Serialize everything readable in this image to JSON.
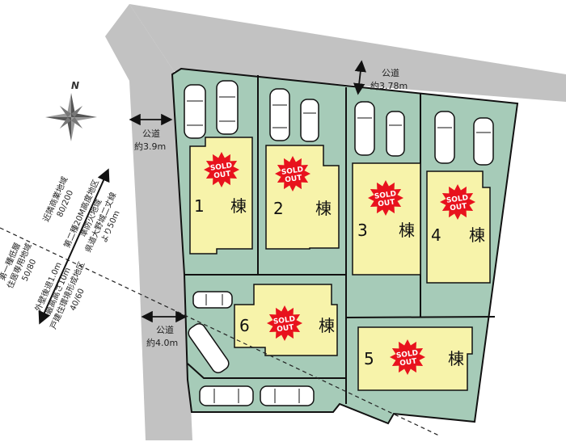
{
  "colors": {
    "road": "#c2c2c2",
    "lot": "#a6cbb8",
    "house": "#f7f3aa",
    "sold": "#e8121d",
    "outline": "#111111"
  },
  "compass": {
    "north_label": "N"
  },
  "roads": [
    {
      "label": "公道",
      "width": "約3.78m"
    },
    {
      "label": "公道",
      "width": "約3.9m"
    },
    {
      "label": "公道",
      "width": "約4.0m"
    }
  ],
  "houses": [
    {
      "number": "1",
      "suffix": "棟",
      "badge": [
        "SOLD",
        "OUT"
      ]
    },
    {
      "number": "2",
      "suffix": "棟",
      "badge": [
        "SOLD",
        "OUT"
      ]
    },
    {
      "number": "3",
      "suffix": "棟",
      "badge": [
        "SOLD",
        "OUT"
      ]
    },
    {
      "number": "4",
      "suffix": "棟",
      "badge": [
        "SOLD",
        "OUT"
      ]
    },
    {
      "number": "5",
      "suffix": "棟",
      "badge": [
        "SOLD",
        "OUT"
      ]
    },
    {
      "number": "6",
      "suffix": "棟",
      "badge": [
        "SOLD",
        "OUT"
      ]
    }
  ],
  "zones": {
    "upper_left": [
      "近隣商業地域",
      "80/200"
    ],
    "upper_right": [
      "第二種20M高度地区",
      "準防火地域",
      "県道大野城二丈線",
      "より50m"
    ],
    "lower_left": [
      "第一種低層",
      "住居専用地域",
      "50/80"
    ],
    "lower_right": [
      "外壁後退1.0m",
      "最高高さ10m",
      "戸建住環境形成地区",
      "40/60"
    ]
  }
}
